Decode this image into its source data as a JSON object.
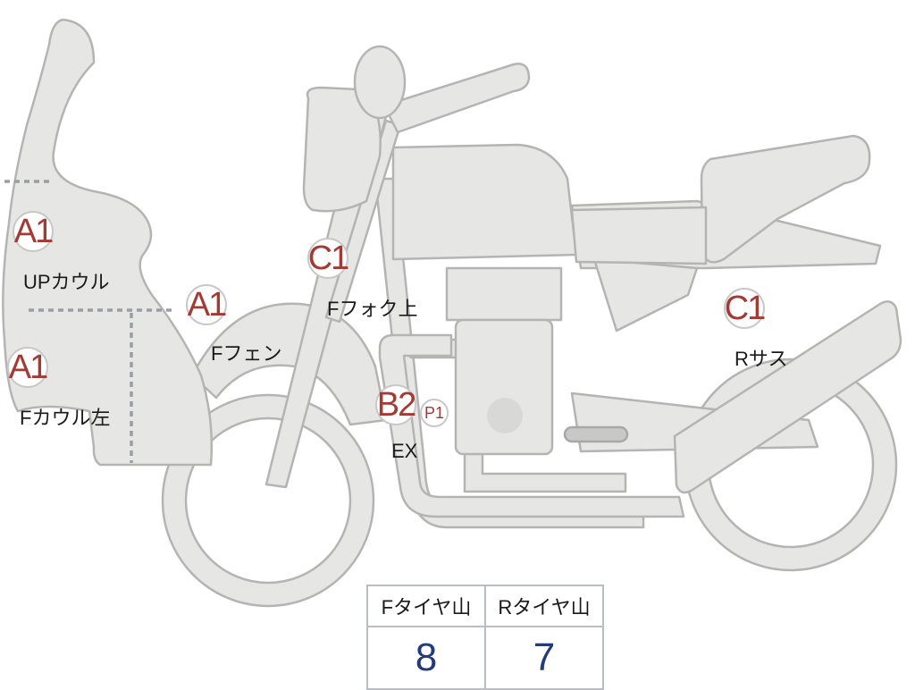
{
  "markers": {
    "upcowl_code": "A1",
    "upcowl_label": "UPカウル",
    "fcowl_code": "A1",
    "fcowl_label": "Fカウル左",
    "ffender_code": "A1",
    "ffender_label": "Fフェン",
    "ffork_code": "C1",
    "ffork_label": "Fフォク上",
    "exhaust_code": "B2",
    "exhaust_sub_code": "P1",
    "exhaust_label": "EX",
    "rsus_code": "C1",
    "rsus_label": "Rサス"
  },
  "tire_table": {
    "front_header": "Fタイヤ山",
    "rear_header": "Rタイヤ山",
    "front_value": "8",
    "rear_value": "7"
  },
  "colors": {
    "body_fill": "#e6e6e4",
    "body_stroke": "#b4b4b4",
    "marker_text": "#a33a33",
    "table_value": "#243a7a"
  }
}
